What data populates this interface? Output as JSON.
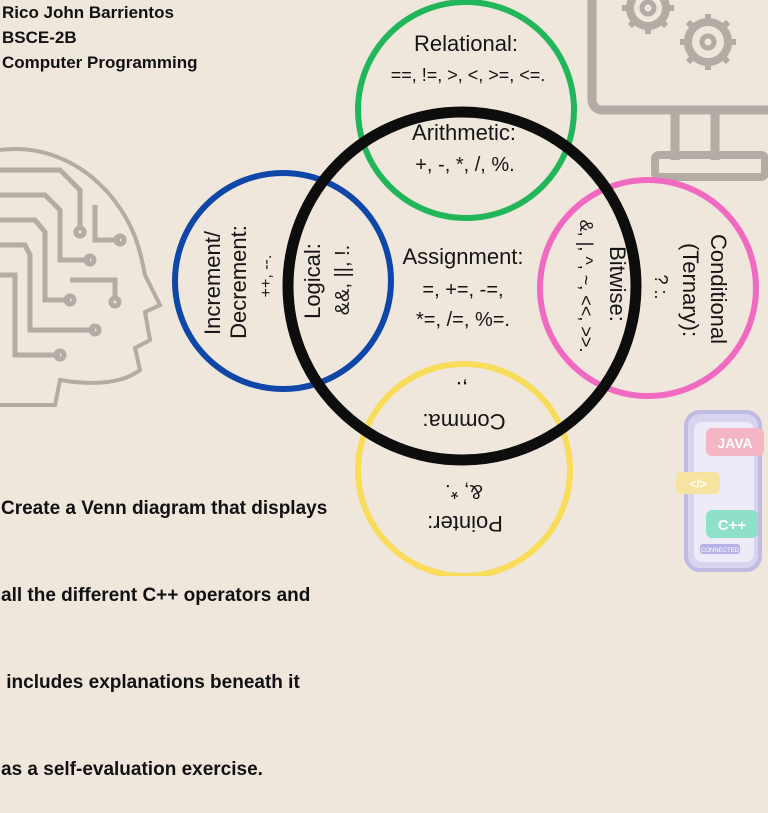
{
  "header": {
    "name": "Rico John Barrientos",
    "section": "BSCE-2B",
    "course": "Computer Programming"
  },
  "prompt": {
    "line1": "Create a Venn diagram that displays",
    "line2": "all the different C++ operators and",
    "line3": " includes explanations beneath it",
    "line4": "as a self-evaluation exercise."
  },
  "diagram": {
    "relational": {
      "title": "Relational:",
      "ops": "==, !=, >, <, >=, <=."
    },
    "arithmetic": {
      "title": "Arithmetic:",
      "ops": "+, -, *, /, %."
    },
    "assignment": {
      "title": "Assignment:",
      "ops1": "=, +=, -=,",
      "ops2": "*=, /=, %=."
    },
    "logical": {
      "title": "Logical:",
      "ops": "&&, ||, !."
    },
    "incdec": {
      "title1": "Increment/",
      "title2": "Decrement:",
      "ops": "++, --."
    },
    "bitwise": {
      "title": "Bitwise:",
      "ops": "&, |, ^, ~, <<, >>."
    },
    "conditional": {
      "title1": "Conditional",
      "title2": "(Ternary):",
      "ops": "? :."
    },
    "comma": {
      "title": "Comma:",
      "ops": ",."
    },
    "pointer": {
      "title": "Pointer:",
      "ops": "&, *."
    }
  },
  "colors": {
    "background": "#efe6dc",
    "relational": "#22b65a",
    "central": "#0d0d0d",
    "incdec": "#0f47a8",
    "conditional": "#f06ac2",
    "comma_pointer": "#f8dc5a",
    "decor": "#b3aca4"
  },
  "decor": {
    "java_badge": "JAVA",
    "code_badge": "</>",
    "cpp_badge": "C++",
    "connected_tag": "CONNECTED"
  }
}
